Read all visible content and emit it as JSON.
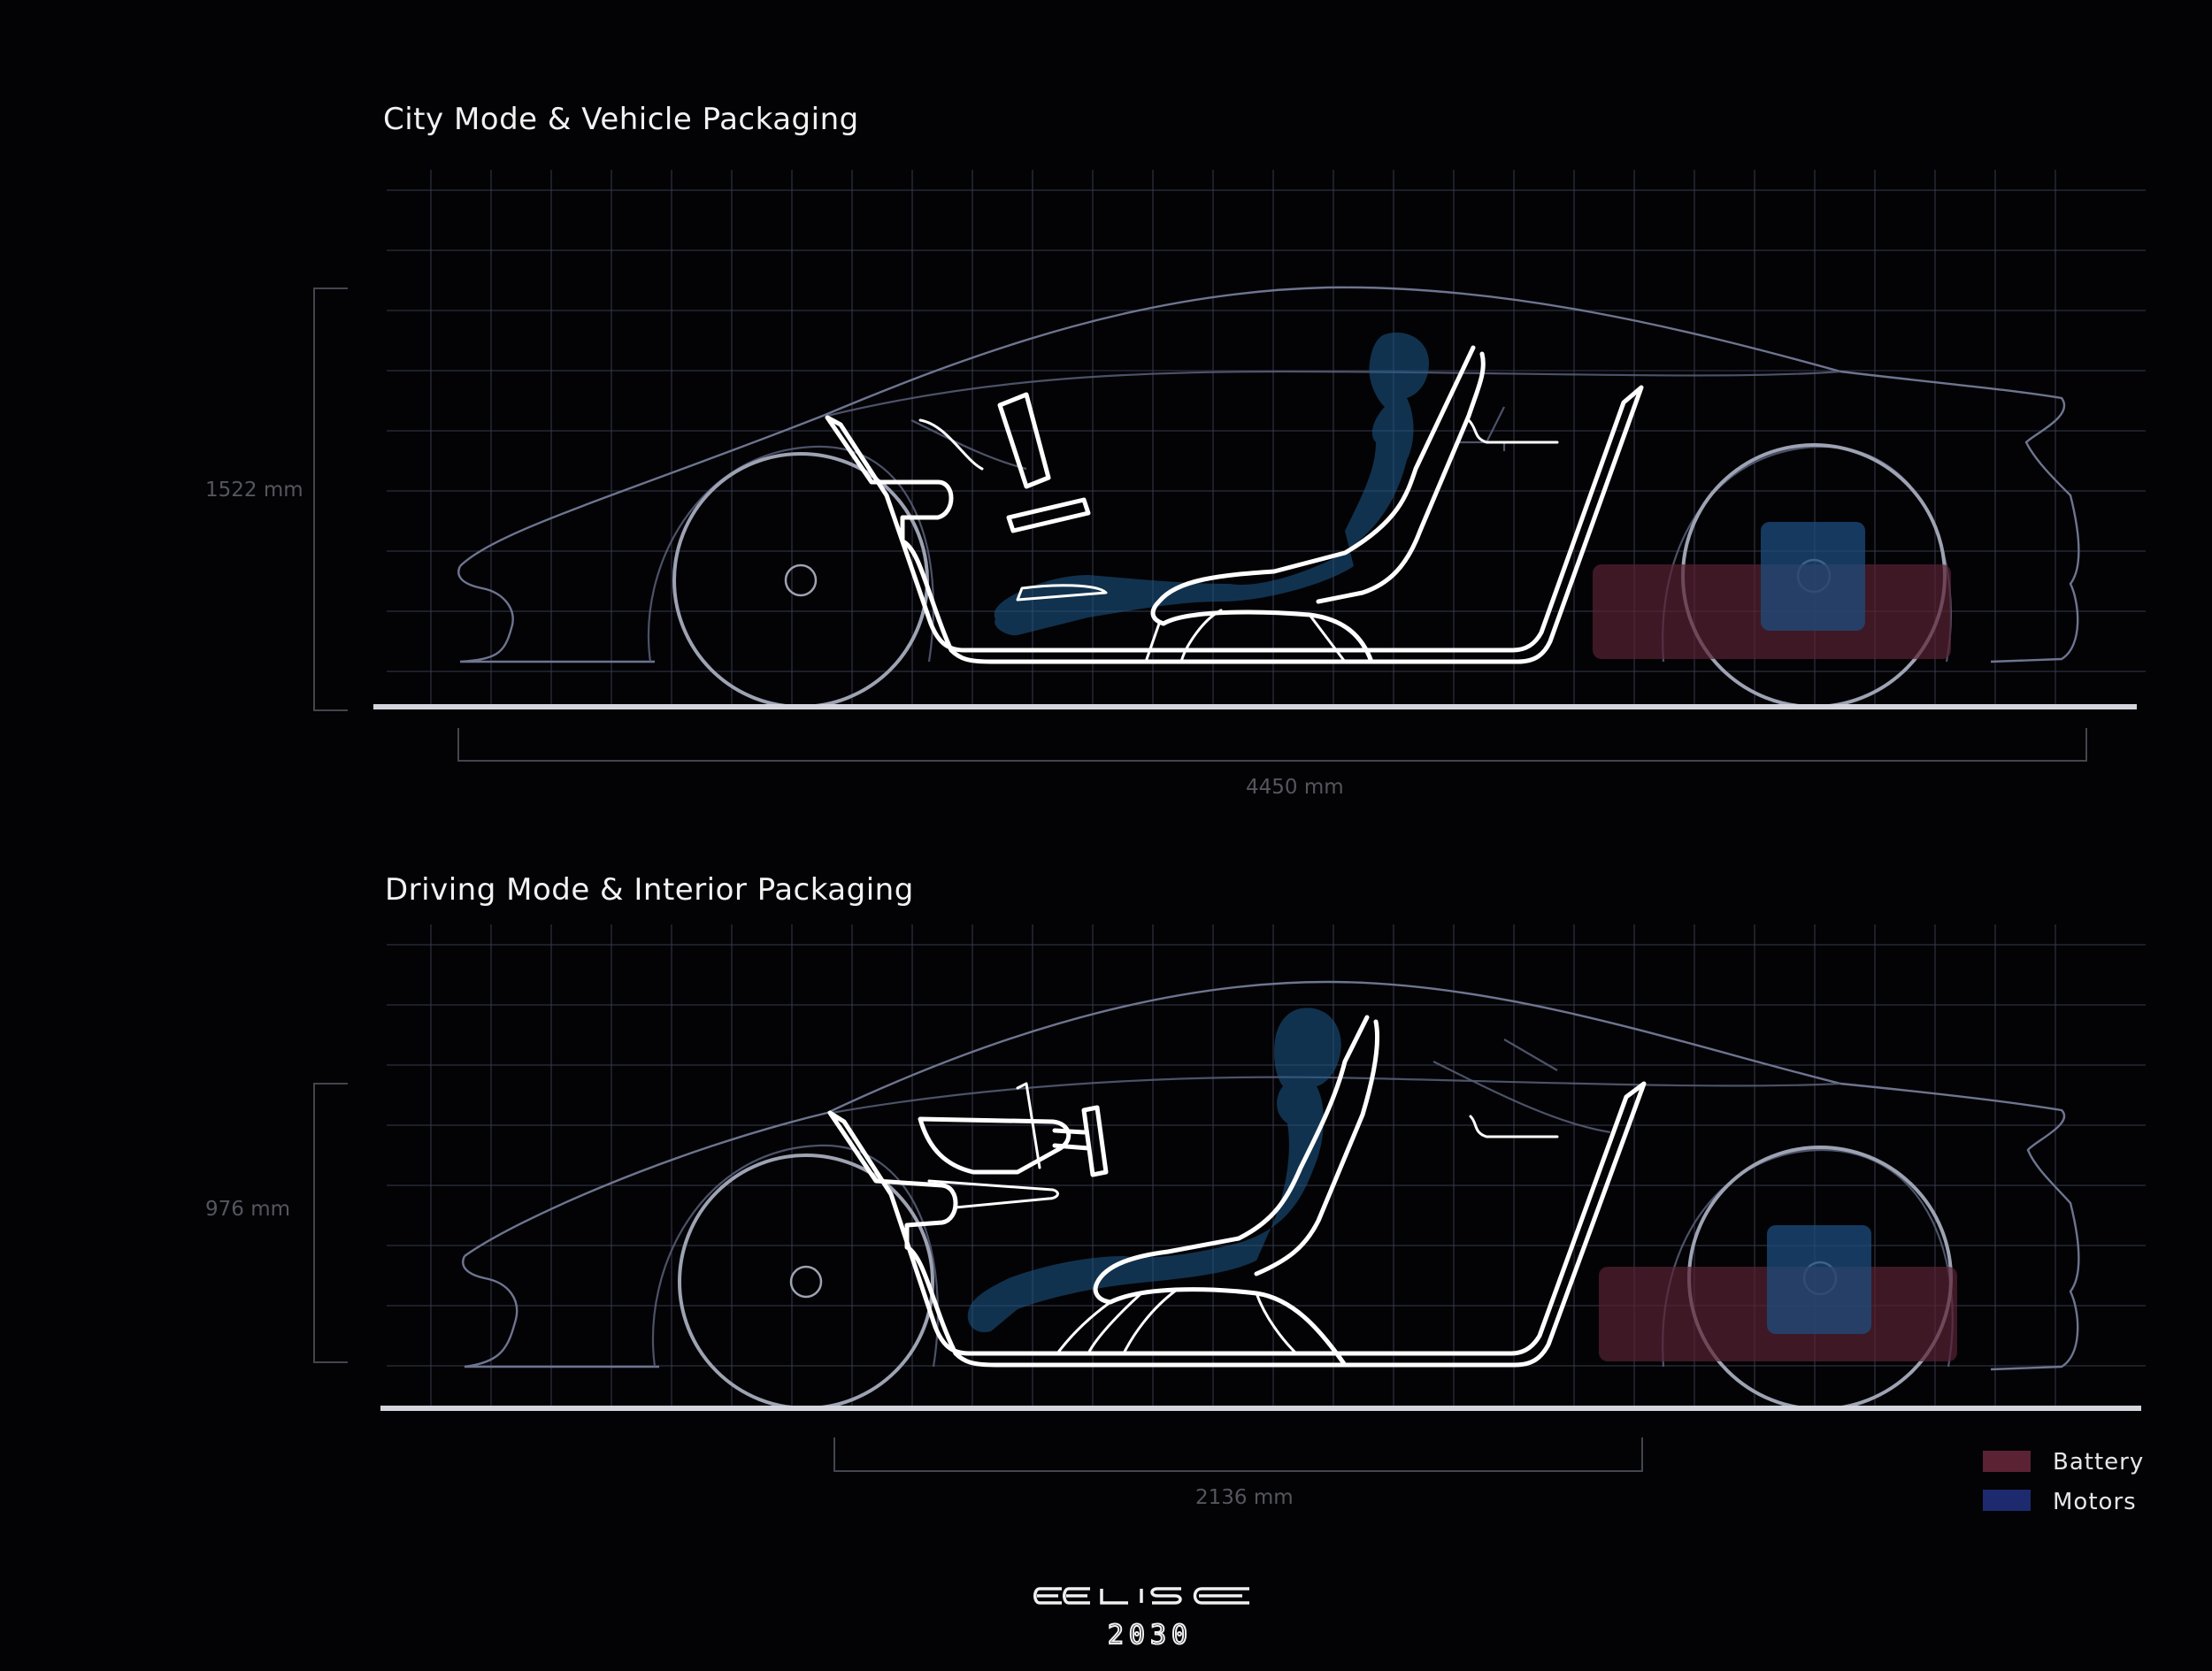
{
  "sections": [
    {
      "title": "City Mode & Vehicle Packaging",
      "height_label": "1522 mm",
      "length_label": "4450 mm"
    },
    {
      "title": "Driving Mode & Interior Packaging",
      "height_label": "976 mm",
      "length_label": "2136 mm"
    }
  ],
  "legend": {
    "items": [
      {
        "label": "Battery",
        "color": "#5a2233"
      },
      {
        "label": "Motors",
        "color": "#1e2a6e"
      }
    ]
  },
  "logo": {
    "name": "ELISE",
    "year": "2030"
  }
}
